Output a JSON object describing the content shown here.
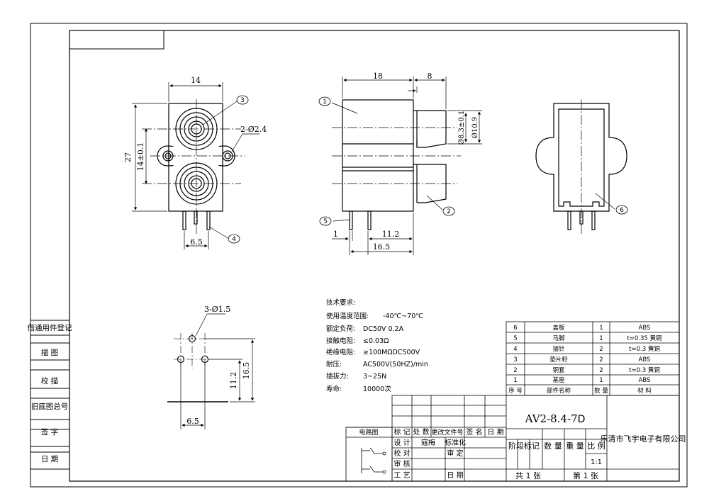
{
  "dimensions": {
    "front_width": "14",
    "front_height": "27",
    "front_center_spacing": "14±0.1",
    "mount_holes": "2-Ø2.4",
    "front_pin_spacing": "6.5",
    "side_body_depth": "18",
    "side_jack_length": "8",
    "side_jack_dia_inner": "Ø8.3±0.1",
    "side_jack_dia_outer": "Ø10.9",
    "side_pin_offset": "1",
    "side_pin_dist": "11.2",
    "side_total": "16.5",
    "pcb_holes": "3-Ø1.5",
    "pcb_y1": "11.2",
    "pcb_y2": "16.5",
    "pcb_x": "6.5"
  },
  "callouts": [
    "1",
    "2",
    "3",
    "4",
    "5",
    "6"
  ],
  "tech_req": {
    "title": "技术要求:",
    "rows": [
      {
        "label": "使用温度范围:",
        "value": "-40℃~70℃"
      },
      {
        "label": "额定负荷:",
        "value": "DC50V 0.2A"
      },
      {
        "label": "接触电阻:",
        "value": "≤0.03Ω"
      },
      {
        "label": "绝缘电阻:",
        "value": "≥100MΩDC500V"
      },
      {
        "label": "耐压:",
        "value": "AC500V(50HZ)/min"
      },
      {
        "label": "插拔力:",
        "value": "3~25N"
      },
      {
        "label": "寿命:",
        "value": "10000次"
      }
    ]
  },
  "bom": {
    "headers": [
      "序 号",
      "部件名称",
      "数 量",
      "材 料"
    ],
    "rows": [
      [
        "6",
        "盖板",
        "1",
        "ABS"
      ],
      [
        "5",
        "马脚",
        "1",
        "t=0.35 黄铜"
      ],
      [
        "4",
        "插针",
        "2",
        "t=0.3 黄铜"
      ],
      [
        "3",
        "垫片籽",
        "2",
        "ABS"
      ],
      [
        "2",
        "铜套",
        "2",
        "t=0.3 黄铜"
      ],
      [
        "1",
        "基座",
        "1",
        "ABS"
      ]
    ]
  },
  "title_block": {
    "circuit_label": "电路图",
    "rev_headers": [
      "标 记",
      "处 数",
      "更改文件号",
      "签 名",
      "日 期"
    ],
    "design": "设 计",
    "designer": "寇梅",
    "check": "校 对",
    "review": "审 核",
    "process": "工 艺",
    "standard": "标准化",
    "approve": "审 定",
    "date": "日 期",
    "part_number": "AV2-8.4-7",
    "part_suffix": "D",
    "stage_label": "阶段标记",
    "qty_label": "数 量",
    "weight_label": "重 量",
    "scale_label": "比 例",
    "scale": "1:1",
    "total_sheets": "共 1 张",
    "sheet_no": "第 1 张",
    "company": "乐清市飞宇电子有限公司"
  },
  "side_labels": [
    "借通用件登记",
    "描 图",
    "校 描",
    "旧底图总号",
    "签 字",
    "日 期"
  ]
}
